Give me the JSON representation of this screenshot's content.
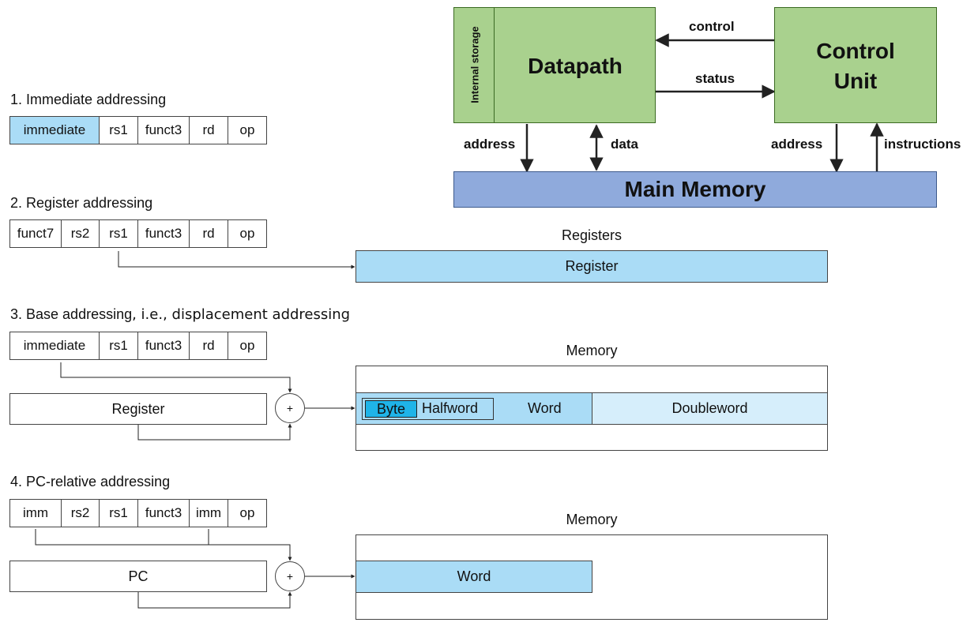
{
  "cpu": {
    "internal_storage": "Internal storage",
    "datapath": "Datapath",
    "control_unit": "Control Unit",
    "main_memory": "Main Memory",
    "control": "control",
    "status": "status",
    "address_left": "address",
    "data": "data",
    "address_right": "address",
    "instructions": "instructions",
    "colors": {
      "green": "#a9d18e",
      "memory_blue": "#8faadc"
    }
  },
  "modes": {
    "m1": {
      "title": "1.  Immediate addressing",
      "fields": [
        "immediate",
        "rs1",
        "funct3",
        "rd",
        "op"
      ]
    },
    "m2": {
      "title": "2. Register addressing",
      "fields": [
        "funct7",
        "rs2",
        "rs1",
        "funct3",
        "rd",
        "op"
      ],
      "registers_label": "Registers",
      "register": "Register"
    },
    "m3": {
      "title": "3.  Base addressing",
      "title_suffix": ", i.e., displacement addressing",
      "fields": [
        "immediate",
        "rs1",
        "funct3",
        "rd",
        "op"
      ],
      "register": "Register",
      "adder": "+",
      "memory_label": "Memory",
      "byte": "Byte",
      "halfword": "Halfword",
      "word": "Word",
      "doubleword": "Doubleword"
    },
    "m4": {
      "title": "4.  PC-relative addressing",
      "fields": [
        "imm",
        "rs2",
        "rs1",
        "funct3",
        "imm",
        "op"
      ],
      "pc": "PC",
      "adder": "+",
      "memory_label": "Memory",
      "word": "Word"
    }
  }
}
